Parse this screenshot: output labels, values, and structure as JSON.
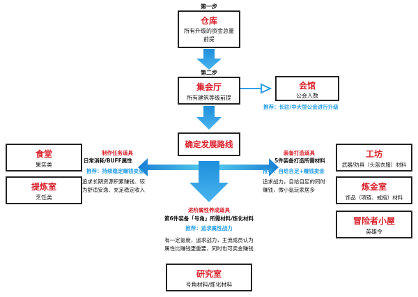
{
  "colors": {
    "title_red": "#d8202a",
    "accent_blue": "#2aa0e6",
    "arrow_blue": "#2f9fe0",
    "box_border": "#222222"
  },
  "steps": {
    "step1": "第一步",
    "step2": "第二步"
  },
  "center": {
    "label": "确定发展路线"
  },
  "nodes": {
    "warehouse": {
      "title": "仓库",
      "desc": "所有升级的资金总量前提"
    },
    "assembly_hall": {
      "title": "集会厅",
      "desc": "所有建筑等级前提"
    },
    "guild_hall": {
      "title": "会馆",
      "desc": "公会人数",
      "recommend": "推荐：长驻/中大型公会进行升级"
    },
    "canteen": {
      "title": "食堂",
      "desc": "果实类"
    },
    "refinery": {
      "title": "提炼室",
      "desc": "烹饪类"
    },
    "workshop": {
      "title": "工坊",
      "desc": "武器/防具（头盔衣服）材料"
    },
    "alchemy": {
      "title": "炼金室",
      "desc": "饰品（项链、戒指）材料"
    },
    "adventurer_hut": {
      "title": "冒险者小屋",
      "desc": "英雄令"
    },
    "lab": {
      "title": "研究室",
      "desc": "号角材料/炼化材料"
    }
  },
  "branches": {
    "left": {
      "heading": "制作任务道具",
      "line1": "日常消耗/BUFF属性",
      "recommend": "推荐：持续稳定赚钱卖金",
      "desc1": "追求长期资源积累赚钱、较",
      "desc2": "为舒适安逸、充足稳定收入"
    },
    "right": {
      "heading": "装备打造道具",
      "line1": "5件装备打造所需材料",
      "recommend": "推荐：自给自足+赚钱卖金",
      "desc1": "追求战力，自给自足的同时",
      "desc2": "赚钱，微小氪玩家居多"
    },
    "bottom": {
      "heading": "进阶属性养成道具",
      "line1": "第6件装备「号角」所需材料/炼化材料",
      "recommend": "推荐：追求属性战力",
      "desc1": "有一定氪度，追求战力，主流成员认为",
      "desc2": "属性比赚钱更重要，同时也可卖金赚钱"
    }
  }
}
